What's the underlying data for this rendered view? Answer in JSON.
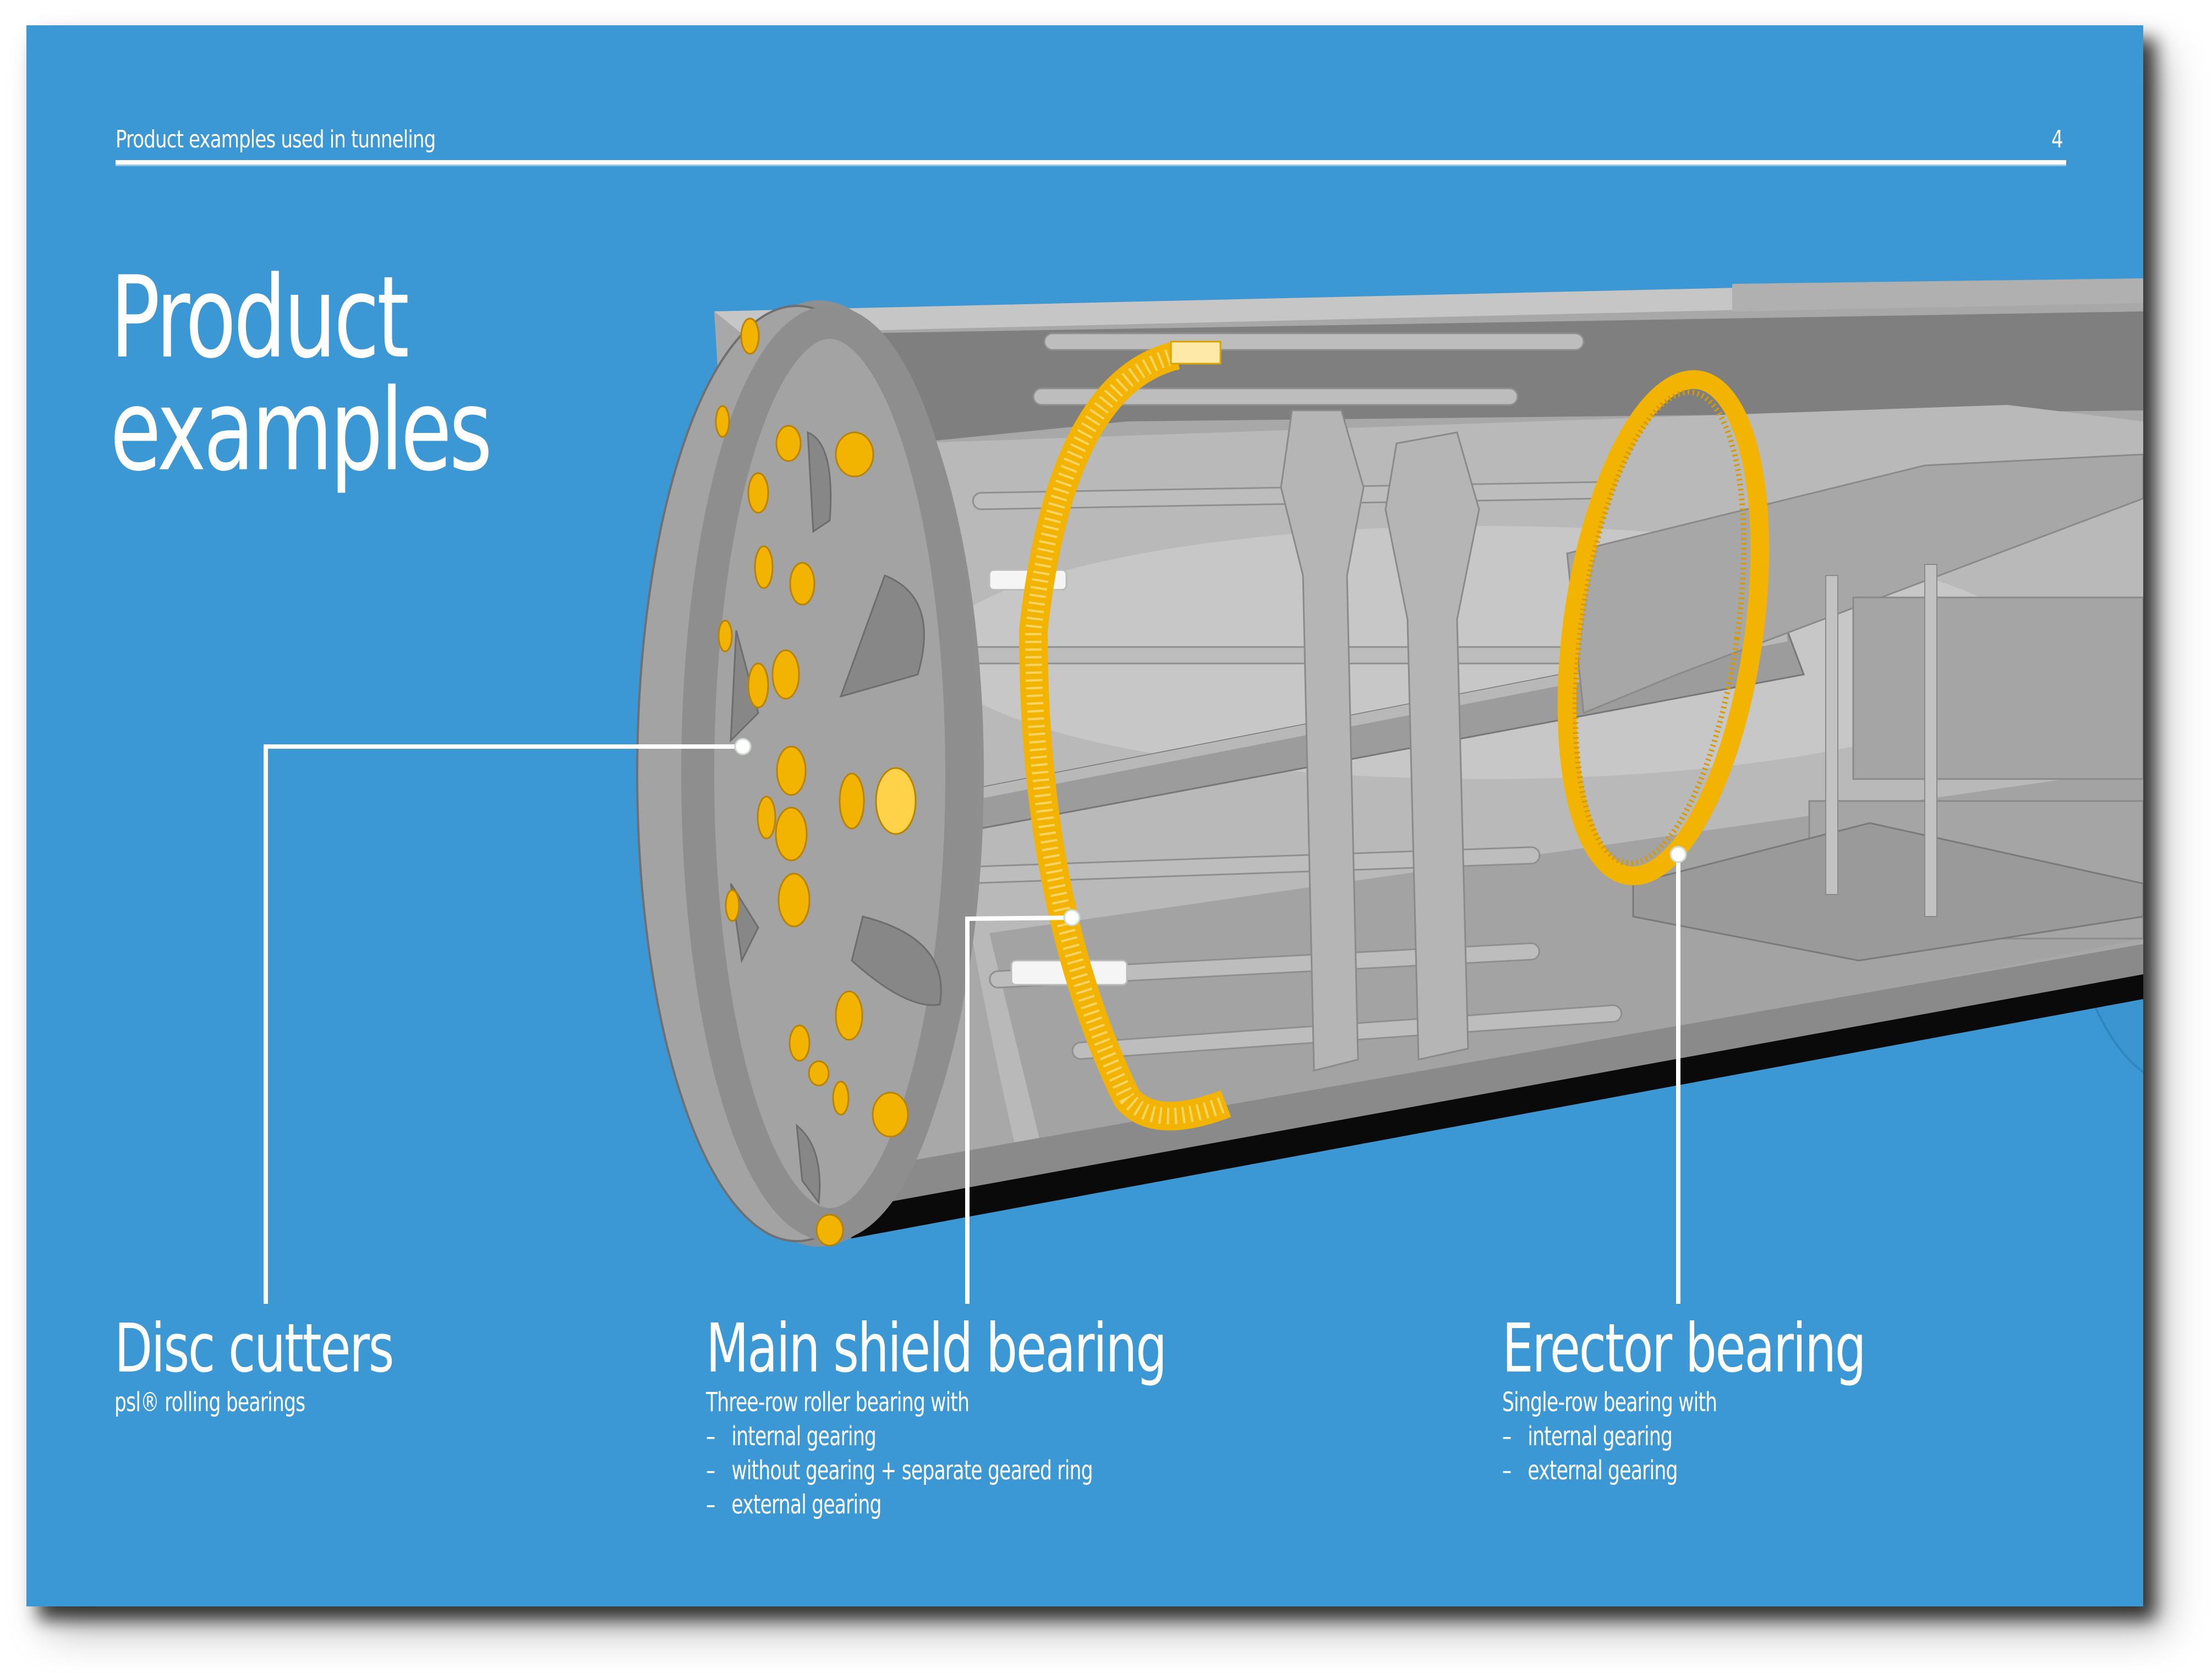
{
  "header": {
    "section_title": "Product examples used in tunneling",
    "page_number": "4"
  },
  "title": {
    "line1": "Product",
    "line2": "examples"
  },
  "illustration": {
    "subject": "tunnel-boring-machine-cutaway",
    "colors": {
      "background_blue": "#3b98d4",
      "steel_light": "#c4c4c4",
      "steel_mid": "#a6a6a6",
      "steel_dark": "#7d7d7d",
      "gold": "#f2b400",
      "leader_line": "#ffffff"
    }
  },
  "callouts": [
    {
      "id": "disc-cutters",
      "heading": "Disc cutters",
      "subtitle": "psl® rolling bearings",
      "intro": "",
      "items": []
    },
    {
      "id": "main-shield-bearing",
      "heading": "Main shield bearing",
      "subtitle": "",
      "intro": "Three-row roller bearing with",
      "items": [
        "internal gearing",
        "without gearing + separate geared ring",
        "external gearing"
      ]
    },
    {
      "id": "erector-bearing",
      "heading": "Erector bearing",
      "subtitle": "",
      "intro": "Single-row bearing with",
      "items": [
        "internal gearing",
        "external gearing"
      ]
    }
  ],
  "list_dash": "–"
}
